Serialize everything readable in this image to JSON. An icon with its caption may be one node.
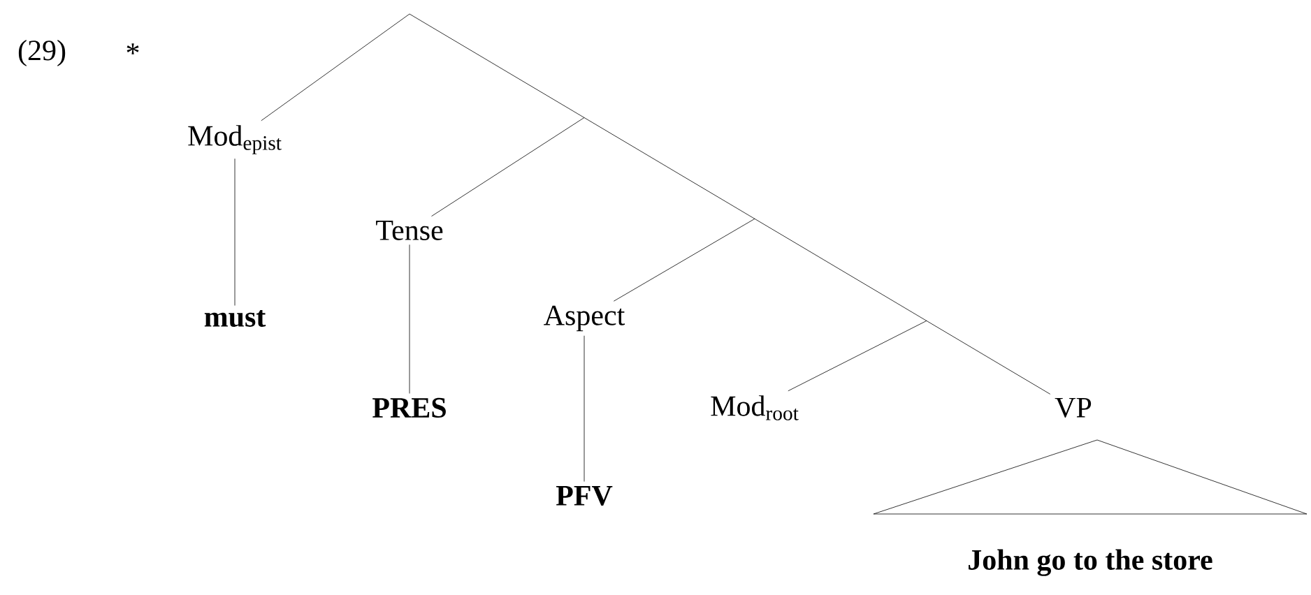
{
  "diagram": {
    "nodes": [
      {
        "text": [
          "Mod$_{epist}$"
        ]
      },
      {
        "text": [
          "must"
        ]
      },
      {
        "text": [
          "Tense"
        ]
      },
      {
        "text": [
          "PRES"
        ]
      },
      {
        "text": [
          "Aspect"
        ]
      },
      {
        "text": [
          "PFV"
        ]
      },
      {
        "text": [
          "Mod$_{root}$"
        ]
      },
      {
        "text": [
          "VP"
        ]
      },
      {
        "text": [
          "John go to the store"
        ]
      }
    ],
    "edges": [
      {
        "from": null,
        "to": 0,
        "arrow": "none"
      },
      {
        "from": null,
        "to": 7,
        "arrow": "none"
      },
      {
        "from": 0,
        "to": 1,
        "arrow": "none"
      },
      {
        "from": null,
        "to": 2,
        "arrow": "none"
      },
      {
        "from": 2,
        "to": 3,
        "arrow": "none"
      },
      {
        "from": null,
        "to": 4,
        "arrow": "none"
      },
      {
        "from": 4,
        "to": 5,
        "arrow": "none"
      },
      {
        "from": null,
        "to": 6,
        "arrow": "none"
      }
    ],
    "labels": [
      "(29)",
      "*"
    ]
  }
}
